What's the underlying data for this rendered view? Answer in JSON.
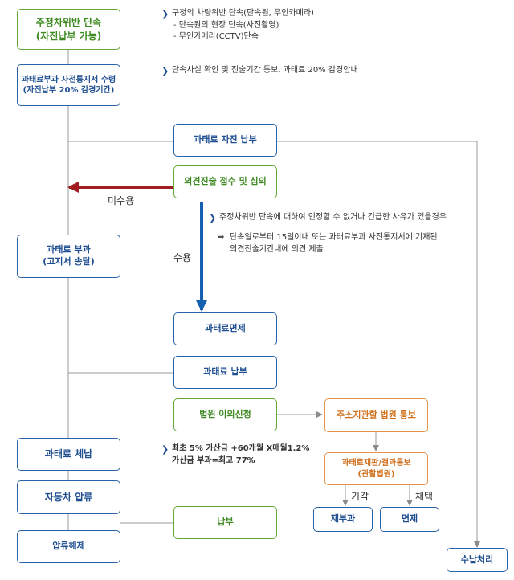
{
  "boxes": {
    "enforce": {
      "line1": "주정차위반 단속",
      "line2": "(자진납부 가능)"
    },
    "notice": {
      "line1": "과태료부과 사전통지서 수령",
      "line2": "(자진납부 20% 감경기간)"
    },
    "voluntary": {
      "label": "과태료 자진 납부"
    },
    "opinion": {
      "label": "의견진술 접수 및 심의"
    },
    "levy": {
      "line1": "과태료 부과",
      "line2": "(고지서 송달)"
    },
    "exempt": {
      "label": "과태료면제"
    },
    "payment": {
      "label": "과태료 납부"
    },
    "objection": {
      "label": "법원 이의신청"
    },
    "court_notice": {
      "label": "주소지관할 법원 통보"
    },
    "trial": {
      "line1": "과태료재판/결과통보",
      "line2": "(관할법원)"
    },
    "relevy": {
      "label": "재부과"
    },
    "exempt2": {
      "label": "면제"
    },
    "default": {
      "label": "과태료 체납"
    },
    "seize": {
      "label": "자동차 압류"
    },
    "pay2": {
      "label": "납부"
    },
    "release": {
      "label": "압류해제"
    },
    "receipt": {
      "label": "수납처리"
    }
  },
  "labels": {
    "not_accepted": "미수용",
    "accepted": "수용",
    "rejected": "기각",
    "adopted": "채택"
  },
  "notes": {
    "enforce": {
      "main": "구청의 차량위반 단속(단속원, 무인카메라)",
      "sub1": "- 단속원의 현장 단속(사진촬영)",
      "sub2": "- 무인카메라(CCTV)단속"
    },
    "notice": {
      "main": "단속사실 확인 및 진술기간 통보, 과태료 20% 감경안내"
    },
    "opinion": {
      "main": "주정차위반 단속에 대하여 인정할 수 없거나 긴급한 사유가 있을경우",
      "arrow_line1": "단속일로부터 15일이내 또는 과태료부과 사전통지서에 기재된",
      "arrow_line2": "의견진술기간내에 의견 제출"
    },
    "default": {
      "line1": "최초 5% 가산금 +60개월 X매월1.2%",
      "line2": "가산금 부과=최고 77%"
    }
  },
  "colors": {
    "blue": "#2b63a8",
    "green": "#64a83a",
    "orange": "#e2954a",
    "red_arrow": "#a01e22",
    "blue_arrow": "#1560b0",
    "gray_line": "#9a9a9a"
  },
  "icons": {
    "bullet": "chevron-right-icon",
    "sub_arrow": "double-arrow-right-icon"
  }
}
